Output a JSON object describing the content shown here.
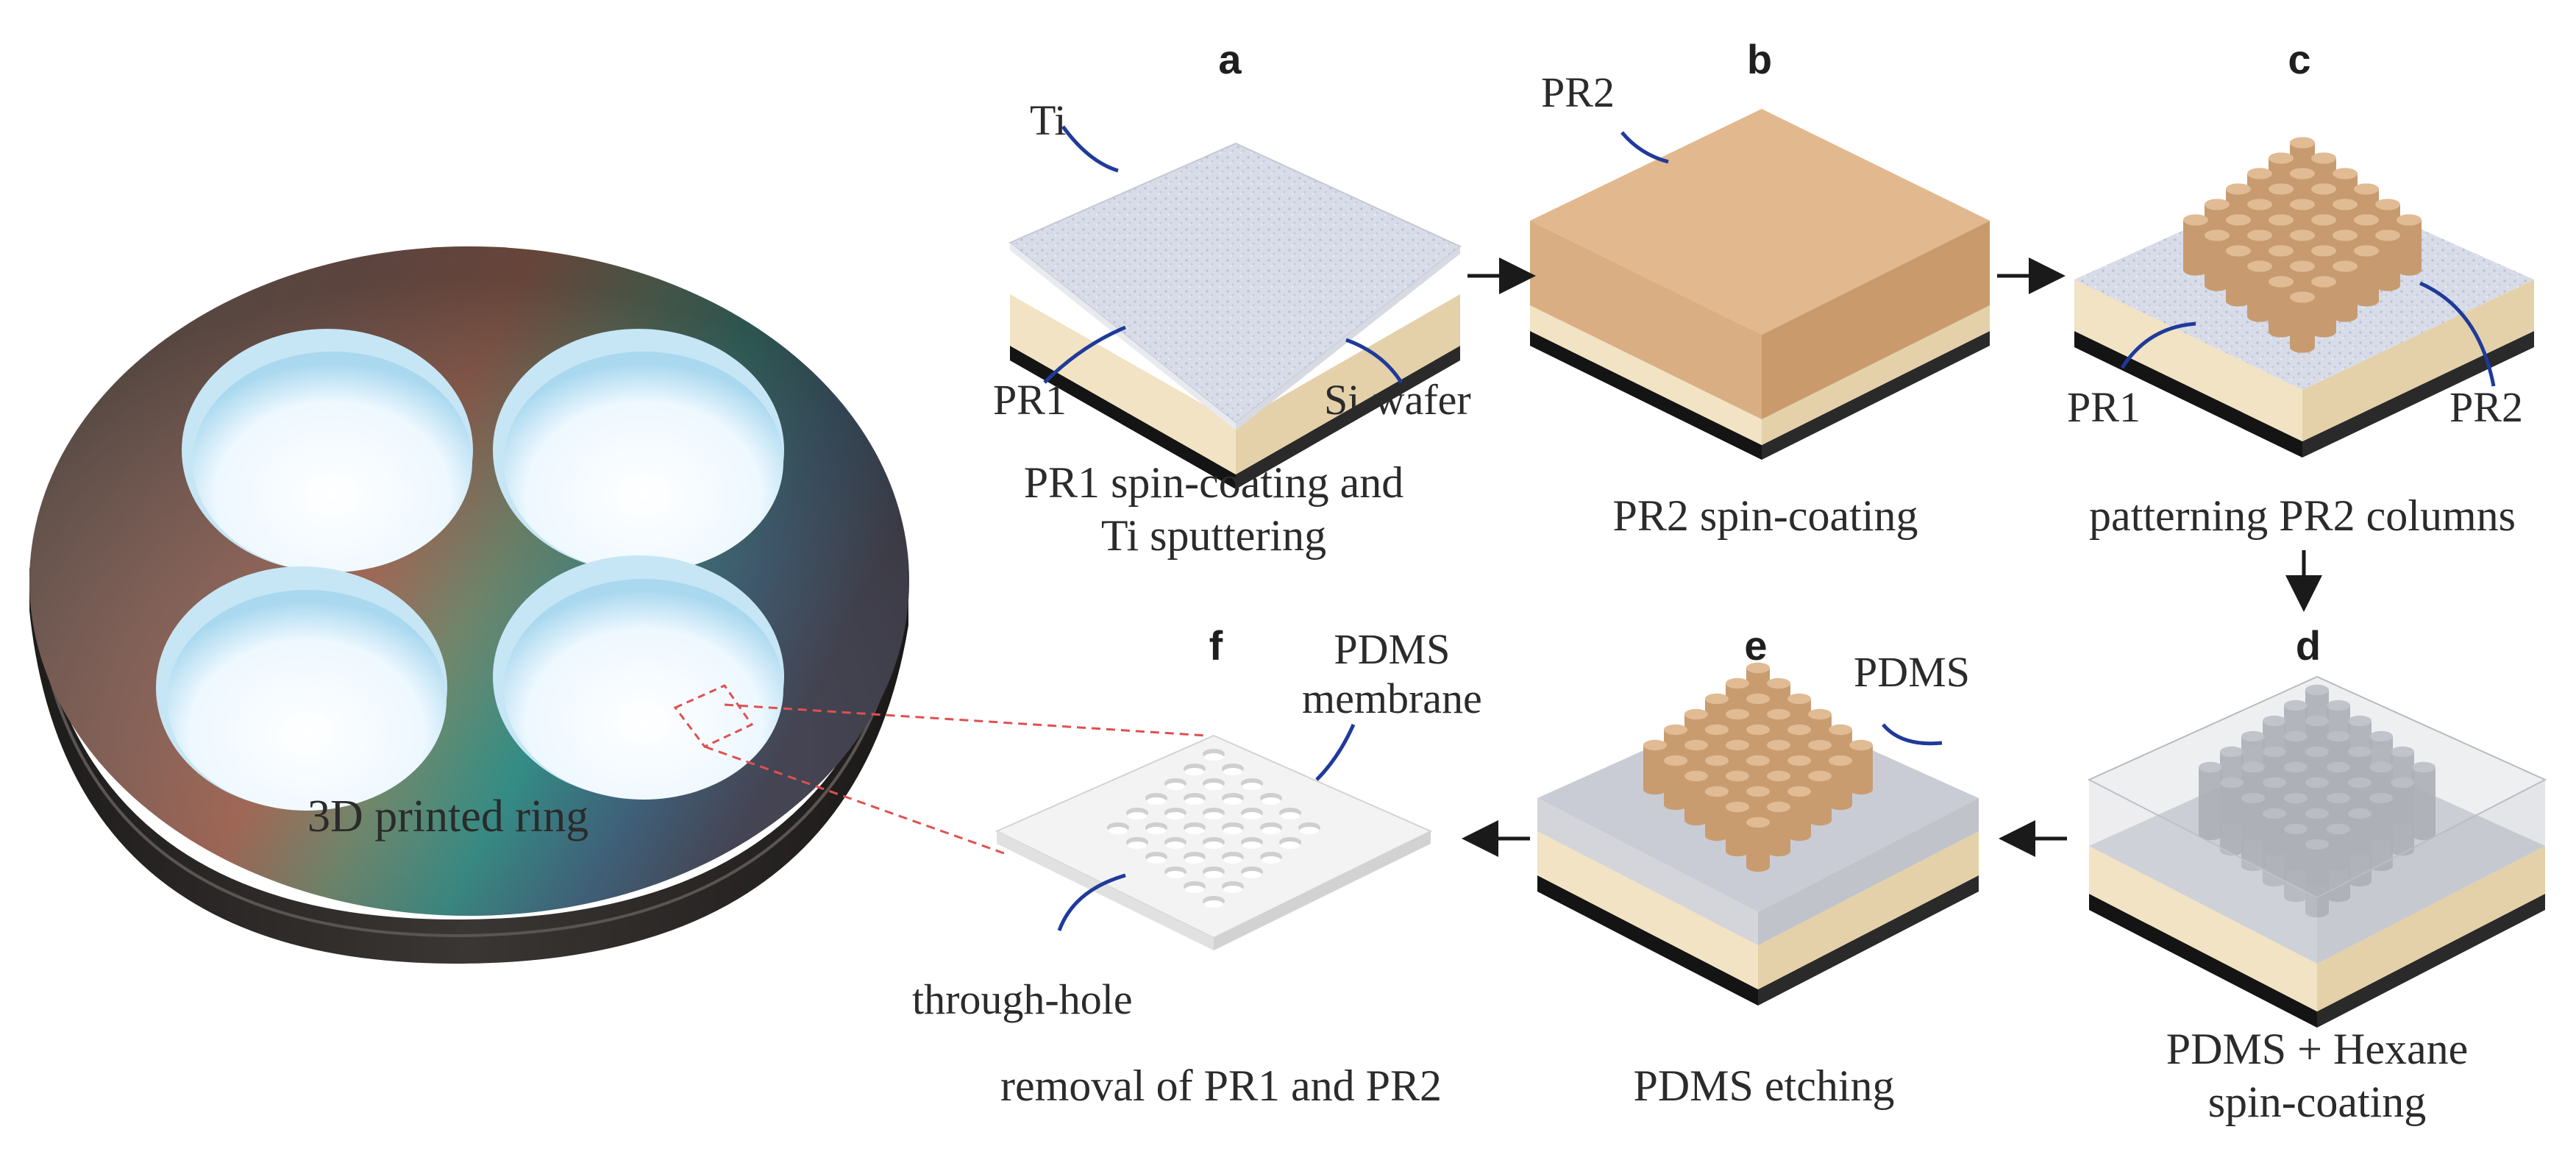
{
  "ring": {
    "label": "3D printed ring"
  },
  "panels": {
    "a": {
      "letter": "a",
      "caption_line1": "PR1 spin-coating and",
      "caption_line2": "Ti sputtering",
      "labels": {
        "top": "Ti",
        "left": "PR1",
        "right": "Si-wafer"
      }
    },
    "b": {
      "letter": "b",
      "caption": "PR2 spin-coating",
      "labels": {
        "top": "PR2"
      }
    },
    "c": {
      "letter": "c",
      "caption": "patterning PR2 columns",
      "labels": {
        "left": "PR1",
        "right": "PR2"
      }
    },
    "d": {
      "letter": "d",
      "caption_line1": "PDMS + Hexane",
      "caption_line2": "spin-coating"
    },
    "e": {
      "letter": "e",
      "caption": "PDMS etching",
      "labels": {
        "top": "PDMS"
      }
    },
    "f": {
      "letter": "f",
      "caption": "removal of PR1 and PR2",
      "labels": {
        "top_line1": "PDMS",
        "top_line2": "membrane",
        "bottom": "through-hole"
      }
    }
  },
  "colors": {
    "si_wafer": "#141414",
    "pr1": "#f1e3c3",
    "titanium": "#d6dae6",
    "pr2": "#d9ae82",
    "pdms": "#d2d4d8",
    "leader_line": "#1f3a9a",
    "zoom_box": "#e05050",
    "ring_body": "#4a4540"
  },
  "icons": [
    "arrow-right-icon",
    "arrow-down-icon",
    "arrow-left-icon"
  ]
}
